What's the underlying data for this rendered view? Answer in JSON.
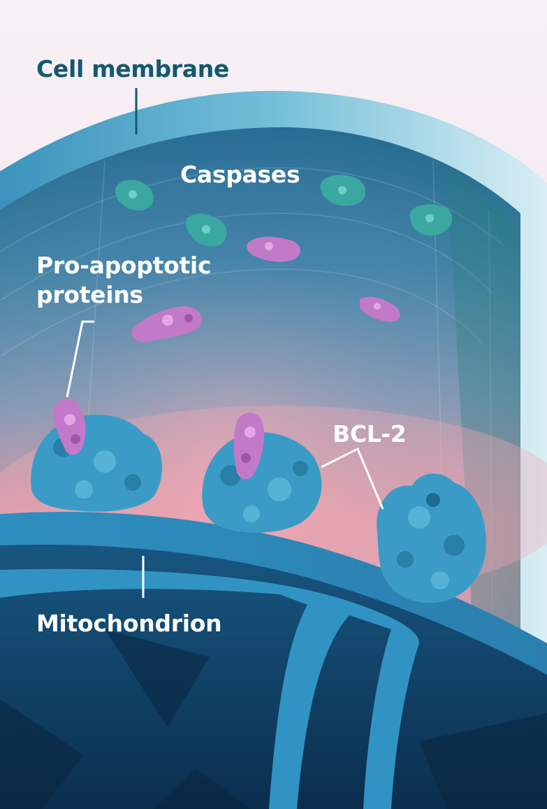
{
  "labels": {
    "cell_membrane": "Cell membrane",
    "caspases": "Caspases",
    "pro_apoptotic_line1": "Pro-apoptotic",
    "pro_apoptotic_line2": "proteins",
    "bcl2": "BCL-2",
    "mitochondrion": "Mitochondrion"
  },
  "colors": {
    "background": "#f3e4ec",
    "membrane": "#5fb3cf",
    "membrane_outline": "#8fd3e6",
    "interior_top": "#1f5f94",
    "interior_middle": "#5f8ca8",
    "interior_pink": "#f09aa8",
    "mitochondrion_dark": "#0f3f66",
    "mitochondrion_rim": "#2d8fbd",
    "bcl2_protein": "#3a9cc6",
    "caspase_protein": "#3aa8a0",
    "pro_apoptotic_protein": "#c27ac8",
    "cell_membrane_label": "#12596e",
    "white_label": "#ffffff"
  }
}
